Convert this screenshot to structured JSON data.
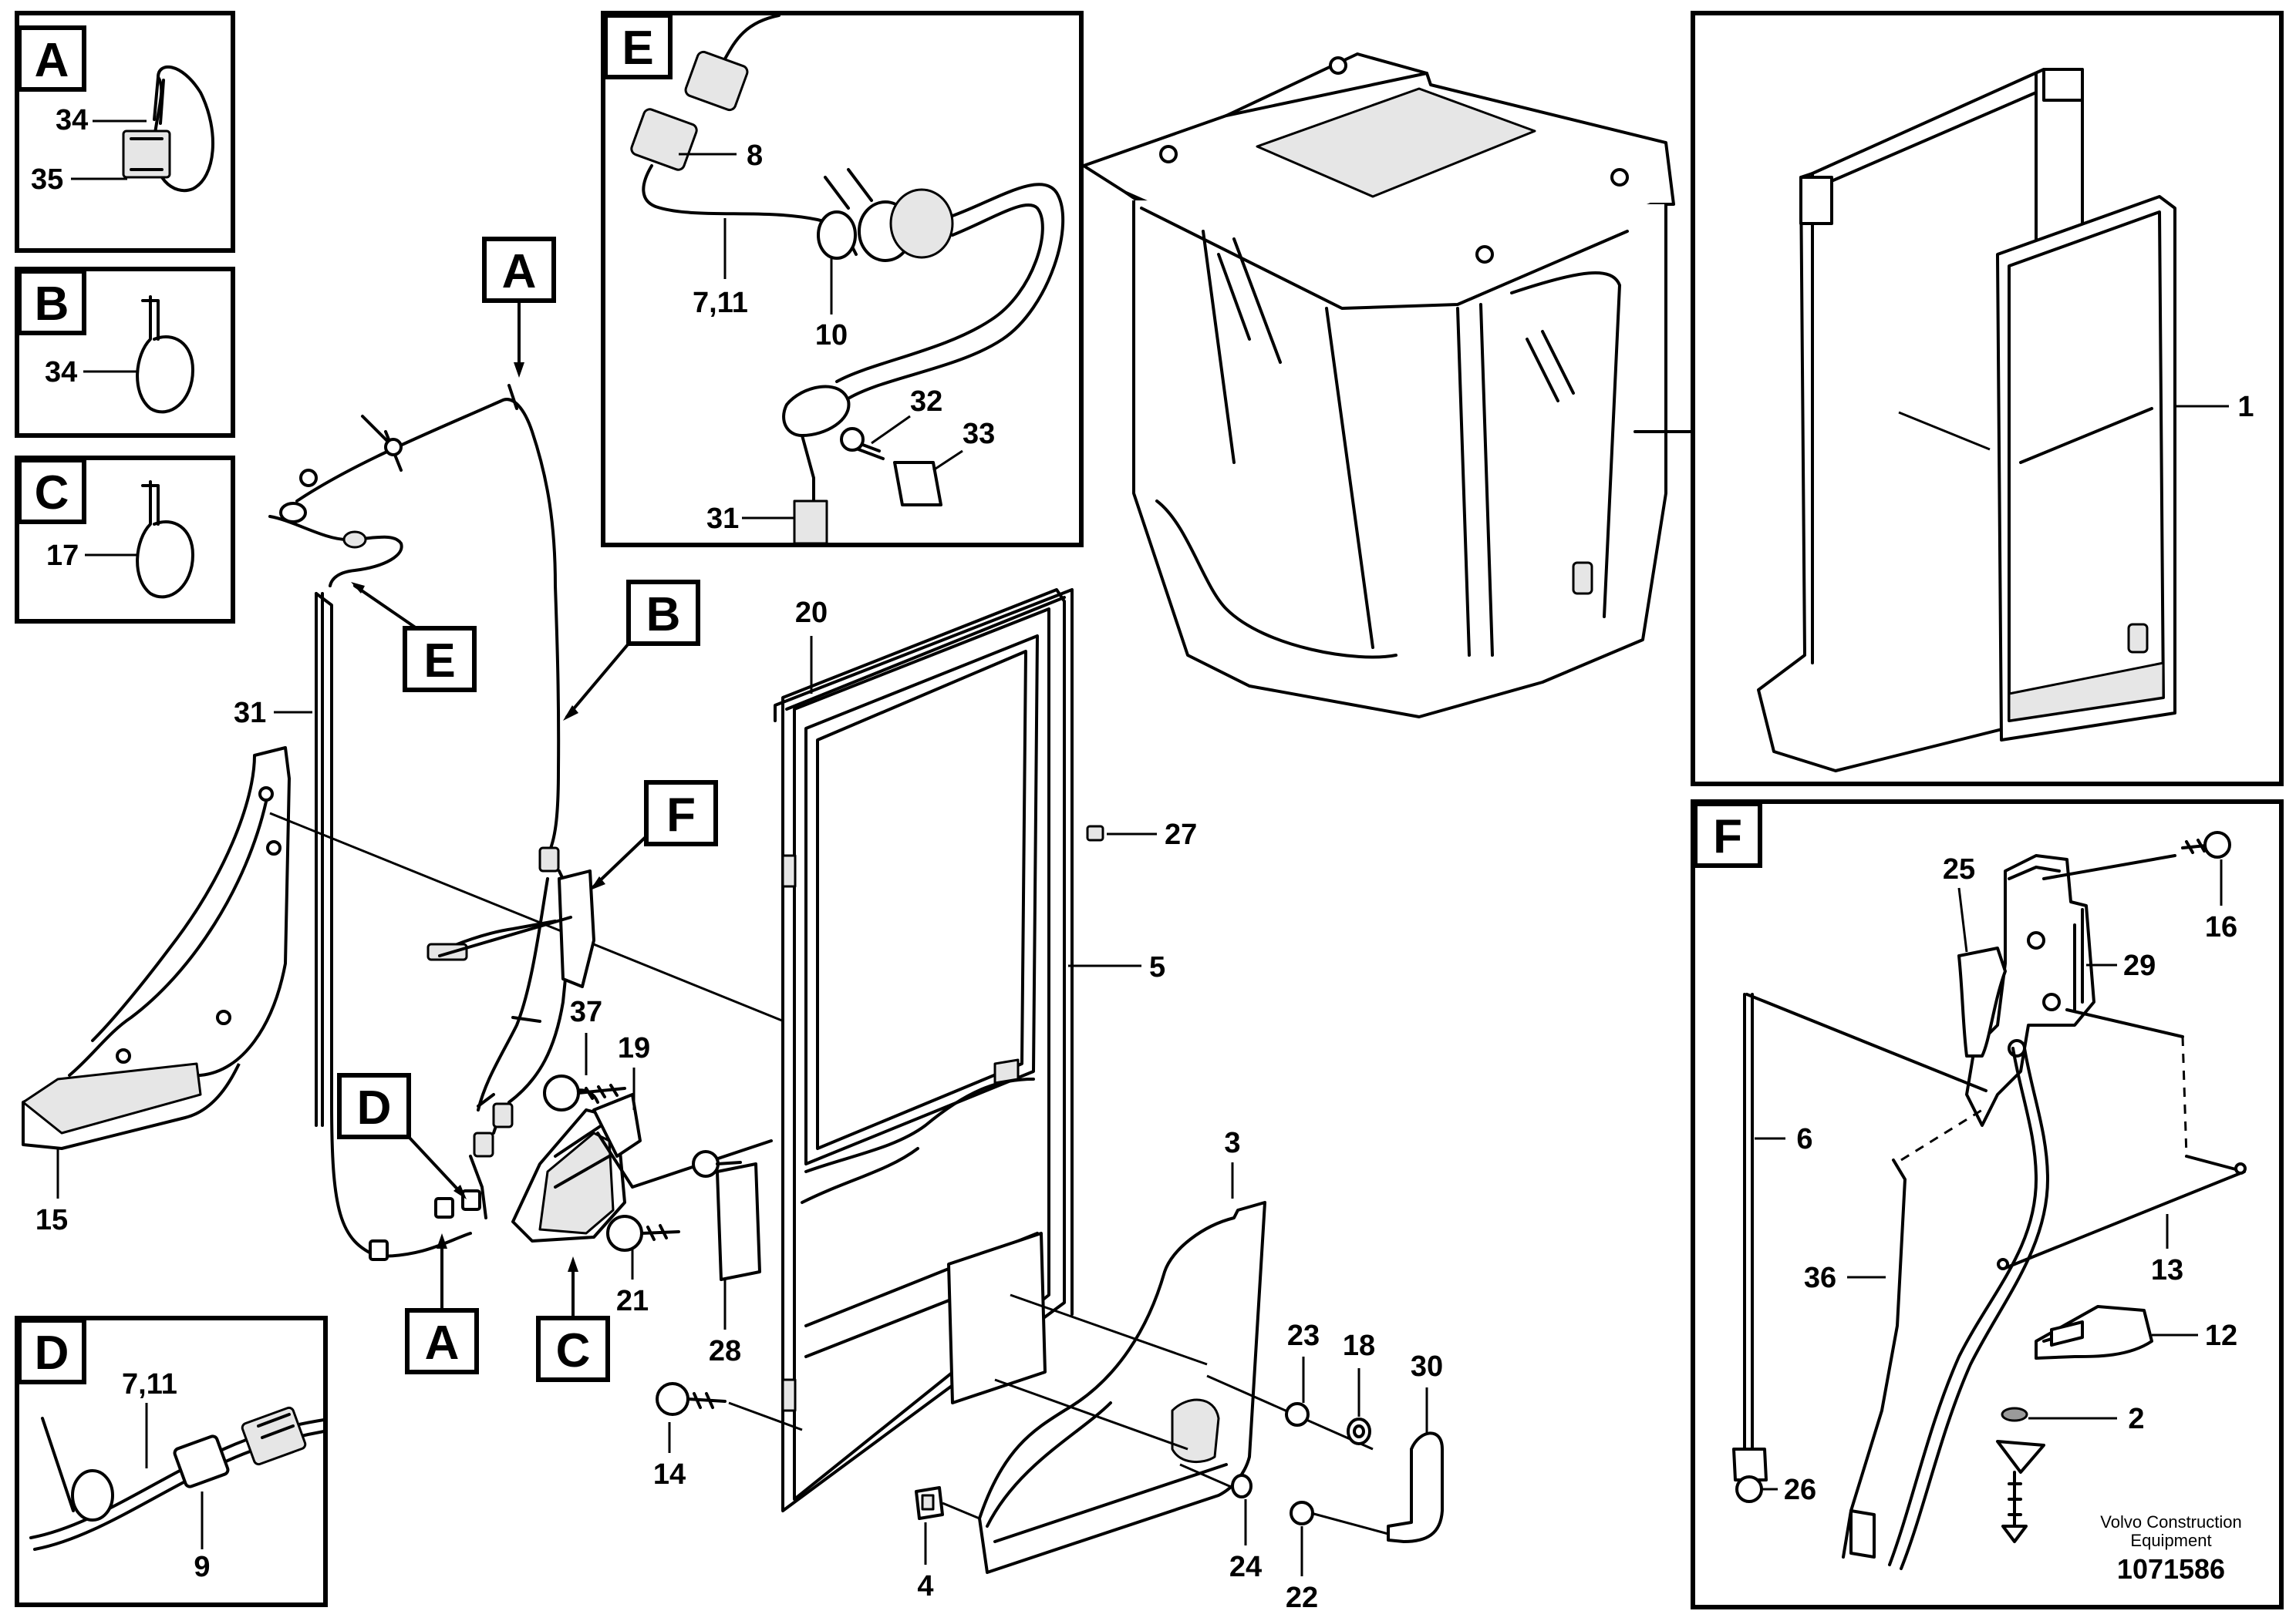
{
  "letters": {
    "a": "A",
    "b": "B",
    "c": "C",
    "d": "D",
    "e": "E",
    "f": "F"
  },
  "inset_a": {
    "n34": "34",
    "n35": "35"
  },
  "inset_b": {
    "n34": "34"
  },
  "inset_c": {
    "n17": "17"
  },
  "inset_d": {
    "n7_11": "7,11",
    "n9": "9"
  },
  "inset_e": {
    "n8": "8",
    "n7_11": "7,11",
    "n10": "10",
    "n32": "32",
    "n33": "33",
    "n31": "31"
  },
  "inset_f": {
    "n25": "25",
    "n16": "16",
    "n29": "29",
    "n6": "6",
    "n13": "13",
    "n36": "36",
    "n12": "12",
    "n2": "2",
    "n26": "26"
  },
  "main": {
    "n1": "1",
    "n31": "31",
    "n15": "15",
    "n20": "20",
    "n27": "27",
    "n5": "5",
    "n37": "37",
    "n19": "19",
    "n3": "3",
    "n21": "21",
    "n28": "28",
    "n23": "23",
    "n18": "18",
    "n30": "30",
    "n14": "14",
    "n24": "24",
    "n22": "22",
    "n4": "4"
  },
  "footer": {
    "brand_line1": "Volvo Construction",
    "brand_line2": "Equipment",
    "drawing_number": "1071586"
  }
}
